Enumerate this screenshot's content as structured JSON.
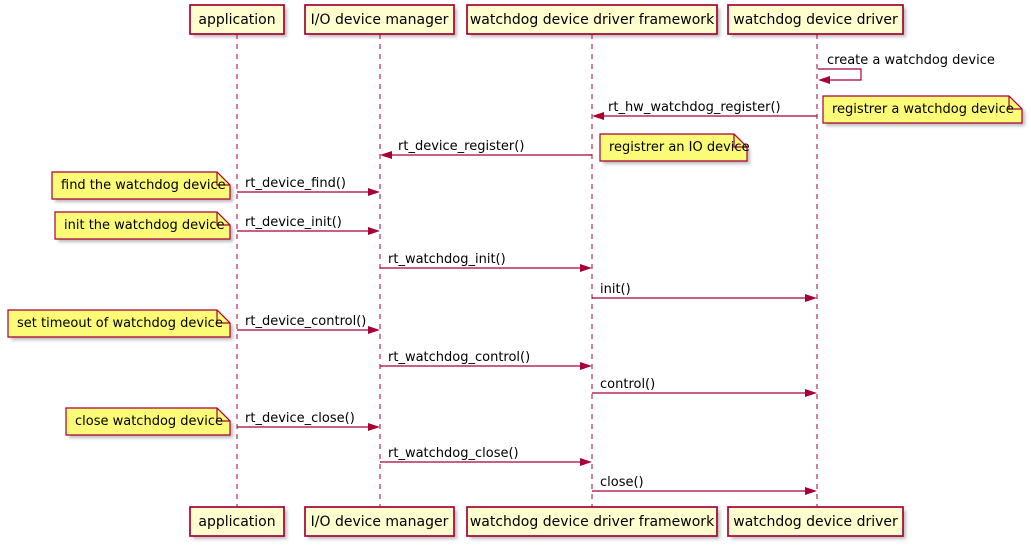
{
  "diagram": {
    "type": "sequence",
    "participants": [
      {
        "label": "application"
      },
      {
        "label": "I/O device manager"
      },
      {
        "label": "watchdog device driver framework"
      },
      {
        "label": "watchdog device driver"
      }
    ],
    "messages": [
      {
        "label": "create a watchdog device",
        "from": "watchdog device driver",
        "to": "watchdog device driver",
        "self": true
      },
      {
        "label": "rt_hw_watchdog_register()",
        "from": "watchdog device driver",
        "to": "watchdog device driver framework"
      },
      {
        "label": "rt_device_register()",
        "from": "watchdog device driver framework",
        "to": "I/O device manager"
      },
      {
        "label": "rt_device_find()",
        "from": "application",
        "to": "I/O device manager"
      },
      {
        "label": "rt_device_init()",
        "from": "application",
        "to": "I/O device manager"
      },
      {
        "label": "rt_watchdog_init()",
        "from": "I/O device manager",
        "to": "watchdog device driver framework"
      },
      {
        "label": "init()",
        "from": "watchdog device driver framework",
        "to": "watchdog device driver"
      },
      {
        "label": "rt_device_control()",
        "from": "application",
        "to": "I/O device manager"
      },
      {
        "label": "rt_watchdog_control()",
        "from": "I/O device manager",
        "to": "watchdog device driver framework"
      },
      {
        "label": "control()",
        "from": "watchdog device driver framework",
        "to": "watchdog device driver"
      },
      {
        "label": "rt_device_close()",
        "from": "application",
        "to": "I/O device manager"
      },
      {
        "label": "rt_watchdog_close()",
        "from": "I/O device manager",
        "to": "watchdog device driver framework"
      },
      {
        "label": "close()",
        "from": "watchdog device driver framework",
        "to": "watchdog device driver"
      }
    ],
    "notes": [
      {
        "label": "registrer a watchdog device",
        "position": "right of watchdog device driver"
      },
      {
        "label": "registrer an IO device",
        "position": "right of watchdog device driver framework"
      },
      {
        "label": "find the watchdog device",
        "position": "left of application"
      },
      {
        "label": "init the watchdog device",
        "position": "left of application"
      },
      {
        "label": "set timeout of watchdog device",
        "position": "left of application"
      },
      {
        "label": "close watchdog device",
        "position": "left of application"
      }
    ],
    "colors": {
      "participant_fill": "#FEFECE",
      "note_fill": "#FBFB77",
      "stroke": "#A80036",
      "text": "#000000",
      "background": "#FFFFFF"
    }
  }
}
